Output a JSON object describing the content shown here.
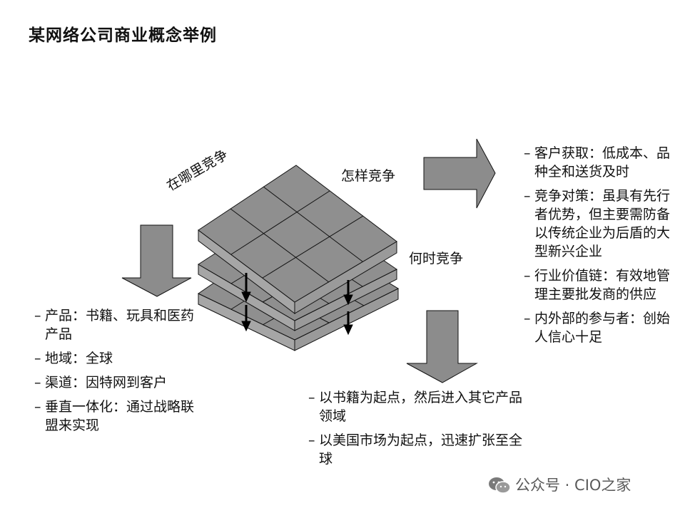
{
  "title": "某网络公司商业概念举例",
  "labels": {
    "where": "在哪里竞争",
    "how": "怎样竞争",
    "when": "何时竞争"
  },
  "left_list": [
    "产品：书籍、玩具和医药产品",
    "地域：全球",
    "渠道：因特网到客户",
    "垂直一体化：通过战略联盟来实现"
  ],
  "bottom_list": [
    "以书籍为起点，然后进入其它产品领域",
    "以美国市场为起点，迅速扩张至全球"
  ],
  "right_list": [
    "客户获取：低成本、品种全和送货及时",
    "竞争对策：虽具有先行者优势，但主要需防备以传统企业为后盾的大型新兴企业",
    "行业价值链：有效地管理主要批发商的供应",
    "内外部的参与者：创始人信心十足"
  ],
  "watermark": {
    "text": "公众号 · CIO之家",
    "icon": "wechat-icon"
  },
  "colors": {
    "arrow_fill": "#8c8c8c",
    "slab_top": "#8f8f8f",
    "slab_side": "#a6a6a6",
    "stroke": "#000000"
  }
}
